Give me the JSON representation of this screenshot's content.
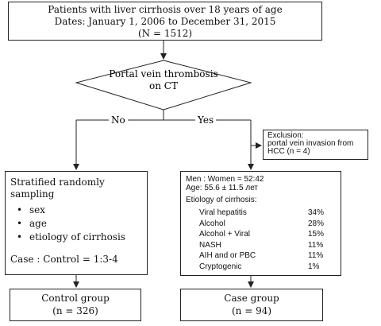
{
  "top_box": {
    "line1": "Patients with liver cirrhosis over 18 years of age",
    "line2": "Dates: January 1, 2006 to December 31, 2015",
    "line3": "(N = 1512)"
  },
  "decision": {
    "line1": "Portal vein thrombosis",
    "line2": "on CT"
  },
  "branches": {
    "no_label": "No",
    "yes_label": "Yes"
  },
  "exclusion": {
    "line1": "Exclusion:",
    "line2": "portal vein invasion from",
    "line3": "HCC (n = 4)"
  },
  "left_box": {
    "title_line1": "Stratified randomly",
    "title_line2": "sampling",
    "bullets": [
      "sex",
      "age",
      "etiology of cirrhosis"
    ],
    "ratio": "Case : Control = 1:3-4"
  },
  "case_box": {
    "ratio_line": "Men : Women = 52:42",
    "age_line": "Age: 55.6 ± 11.5 лет",
    "etiology_title": "Etiology of cirrhosis:",
    "etiology": [
      {
        "name": "Viral hepatitis",
        "value": "34%"
      },
      {
        "name": "Alcohol",
        "value": "28%"
      },
      {
        "name": "Alcohol + Viral",
        "value": "15%"
      },
      {
        "name": "NASH",
        "value": "11%"
      },
      {
        "name": "AIH and or PBC",
        "value": "11%"
      },
      {
        "name": "Cryptogenic",
        "value": "1%"
      }
    ]
  },
  "control_group": {
    "line1": "Control group",
    "line2": "(n = 326)"
  },
  "case_group": {
    "line1": "Case group",
    "line2": "(n = 94)"
  }
}
